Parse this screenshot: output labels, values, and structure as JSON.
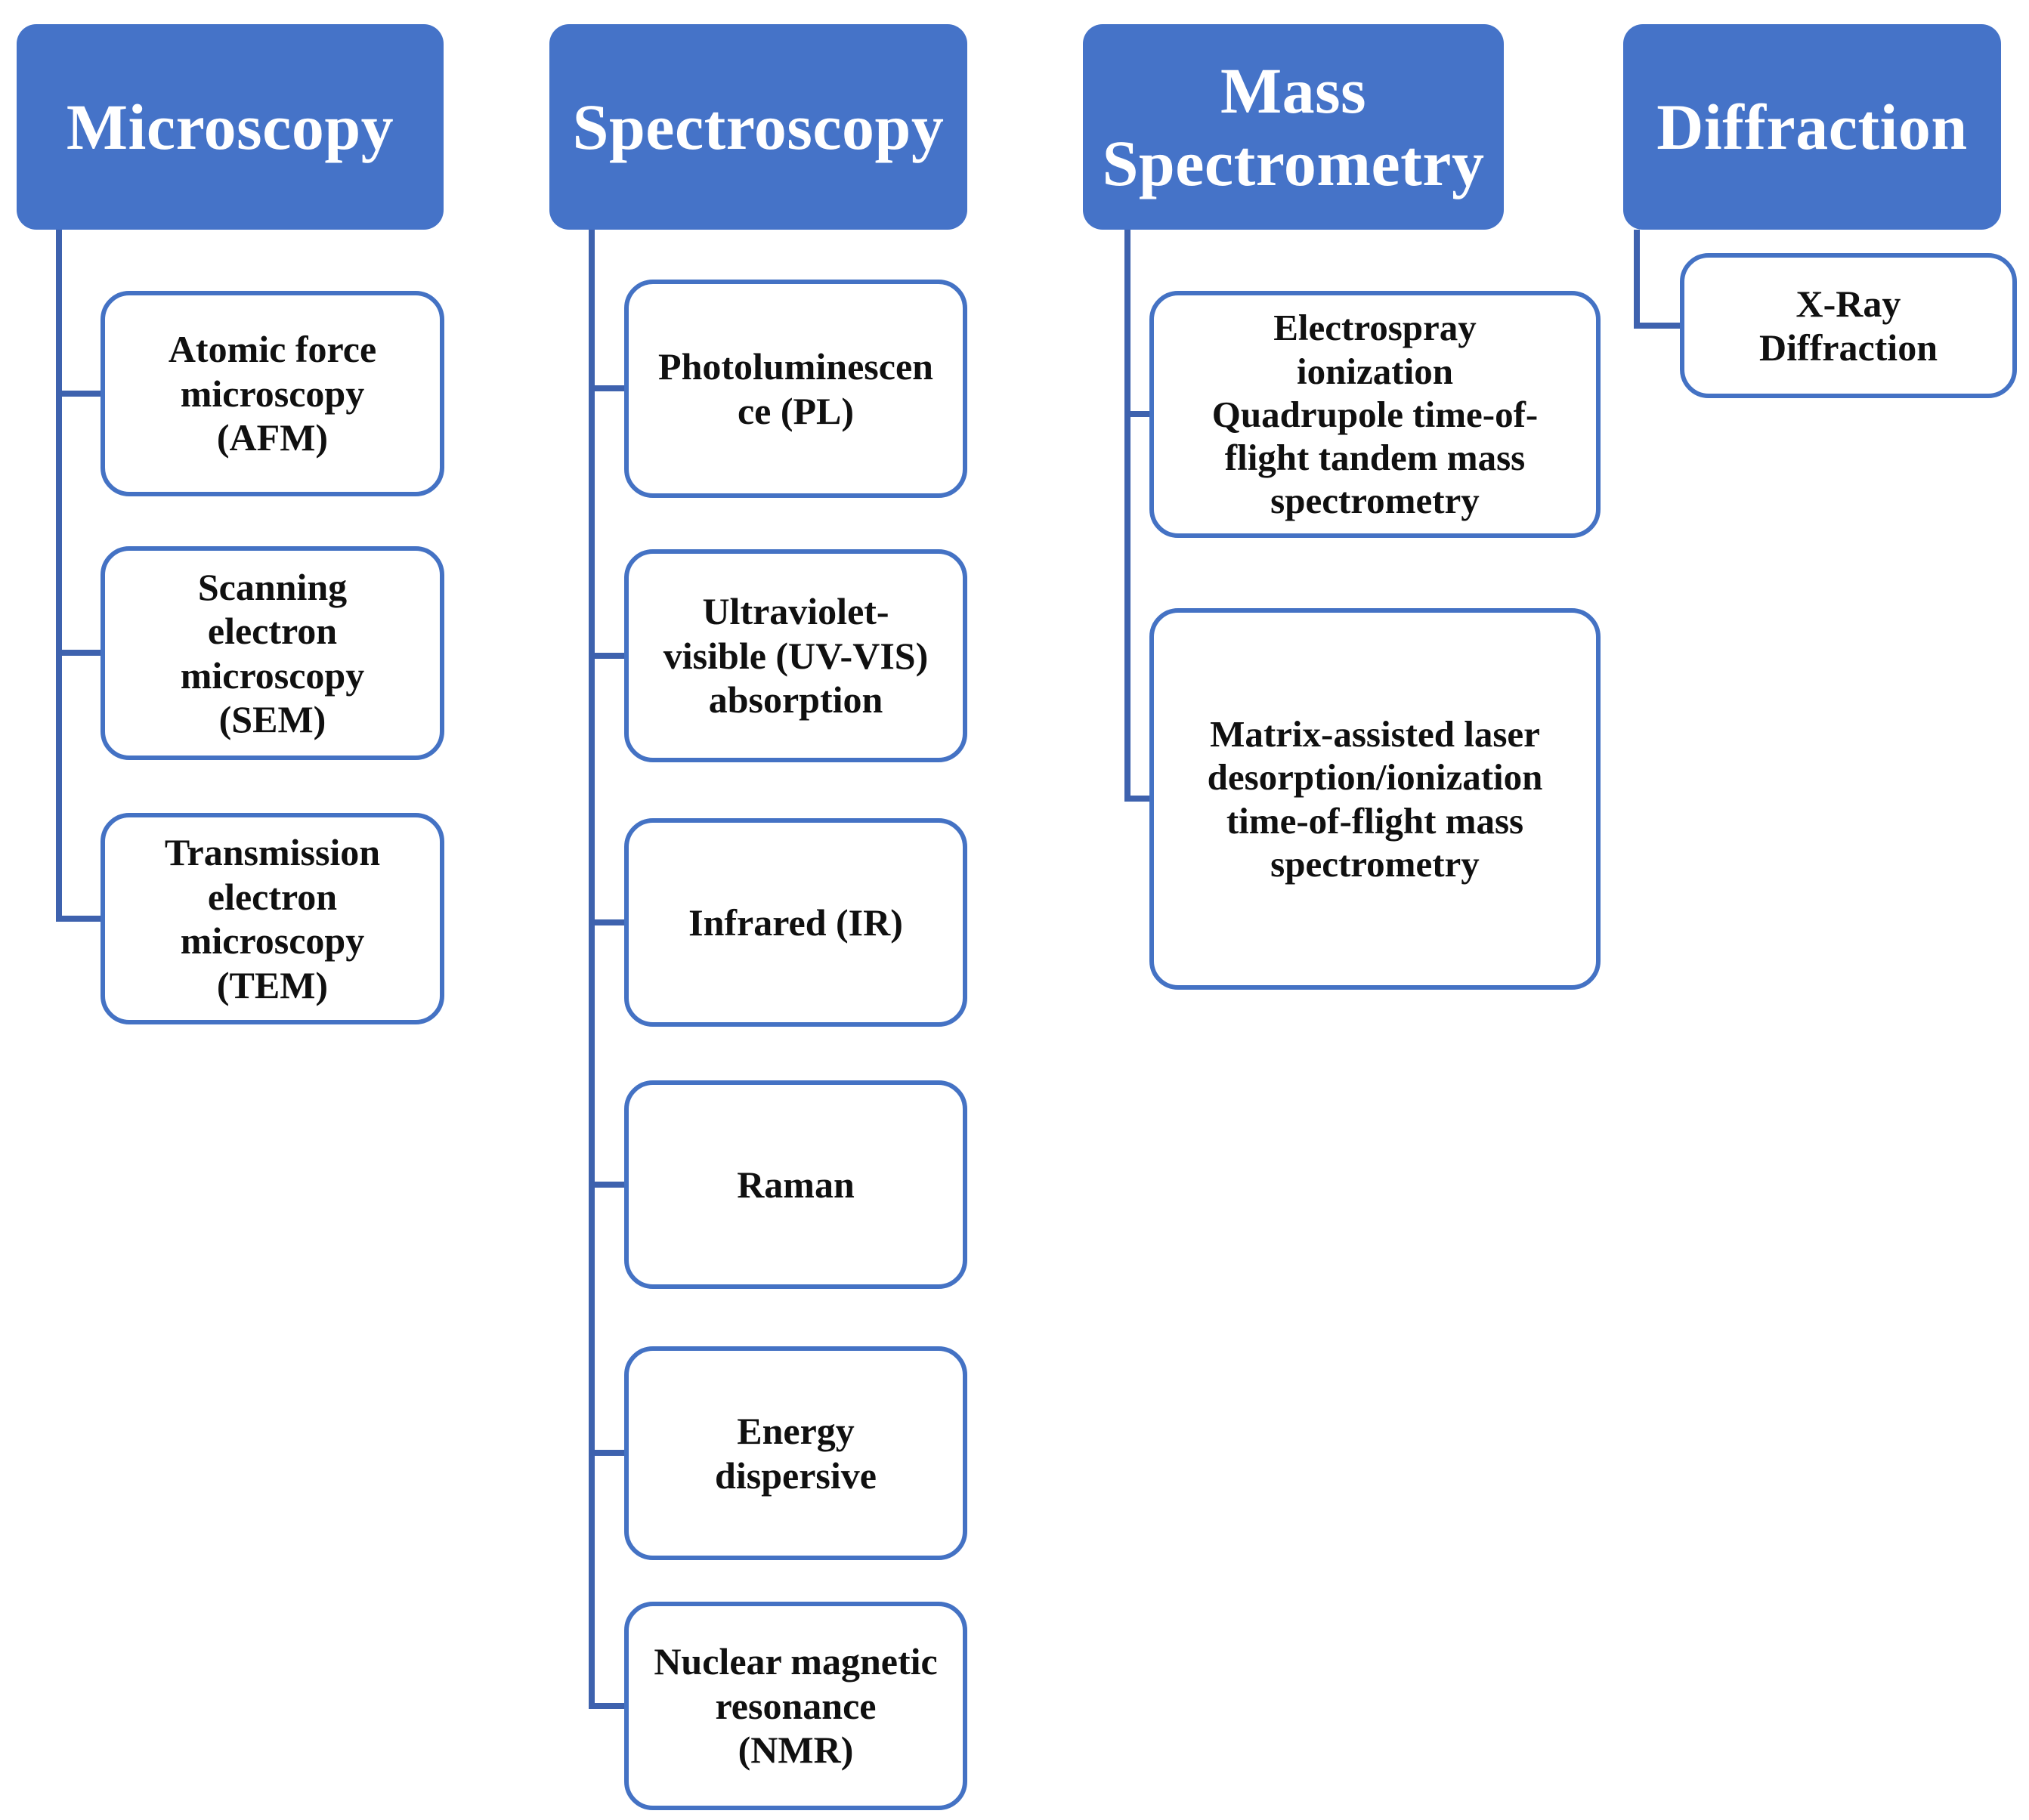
{
  "colors": {
    "header_fill": "#4573C8",
    "header_text": "#FFFFFF",
    "box_border": "#4472C4",
    "box_fill": "#FFFFFF",
    "box_text": "#101010",
    "connector": "#3E62AE",
    "background": "#FFFFFF"
  },
  "columns": [
    {
      "header": {
        "label": "Microscopy"
      },
      "children": [
        {
          "label": "Atomic force\nmicroscopy\n(AFM)"
        },
        {
          "label": "Scanning\nelectron\nmicroscopy\n(SEM)"
        },
        {
          "label": "Transmission\nelectron\nmicroscopy\n(TEM)"
        }
      ]
    },
    {
      "header": {
        "label": "Spectroscopy"
      },
      "children": [
        {
          "label": "Photoluminescen\nce (PL)"
        },
        {
          "label": "Ultraviolet-\nvisible (UV-VIS)\nabsorption"
        },
        {
          "label": "Infrared (IR)"
        },
        {
          "label": "Raman"
        },
        {
          "label": "Energy\ndispersive"
        },
        {
          "label": "Nuclear magnetic\nresonance\n(NMR)"
        }
      ]
    },
    {
      "header": {
        "label": "Mass\nSpectrometry"
      },
      "children": [
        {
          "label": "Electrospray\nionization\nQuadrupole time-of-\nflight tandem mass\nspectrometry"
        },
        {
          "label": "Matrix-assisted laser\ndesorption/ionization\ntime-of-flight mass\nspectrometry"
        }
      ]
    },
    {
      "header": {
        "label": "Diffraction"
      },
      "children": [
        {
          "label": "X-Ray\nDiffraction"
        }
      ]
    }
  ]
}
